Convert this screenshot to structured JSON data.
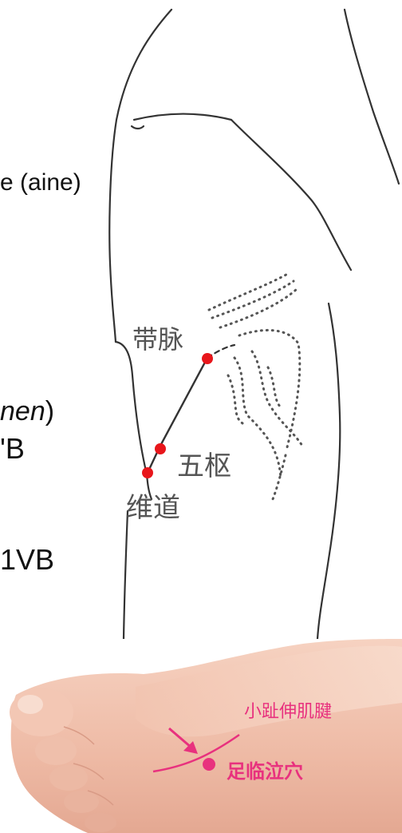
{
  "left_text": {
    "line1": "e (aine)",
    "line2_italic": "nen",
    "line2_tail": ")",
    "line3": "'B",
    "line4": "1VB"
  },
  "body_diagram": {
    "labels": {
      "daimai": "带脉",
      "wushu": "五枢",
      "weidao": "维道"
    },
    "point_color": "#e8161b",
    "line_color": "#333333"
  },
  "foot_photo": {
    "labels": {
      "tendon": "小趾伸肌腱",
      "point": "足临泣穴"
    },
    "accent_color": "#e8317e"
  }
}
